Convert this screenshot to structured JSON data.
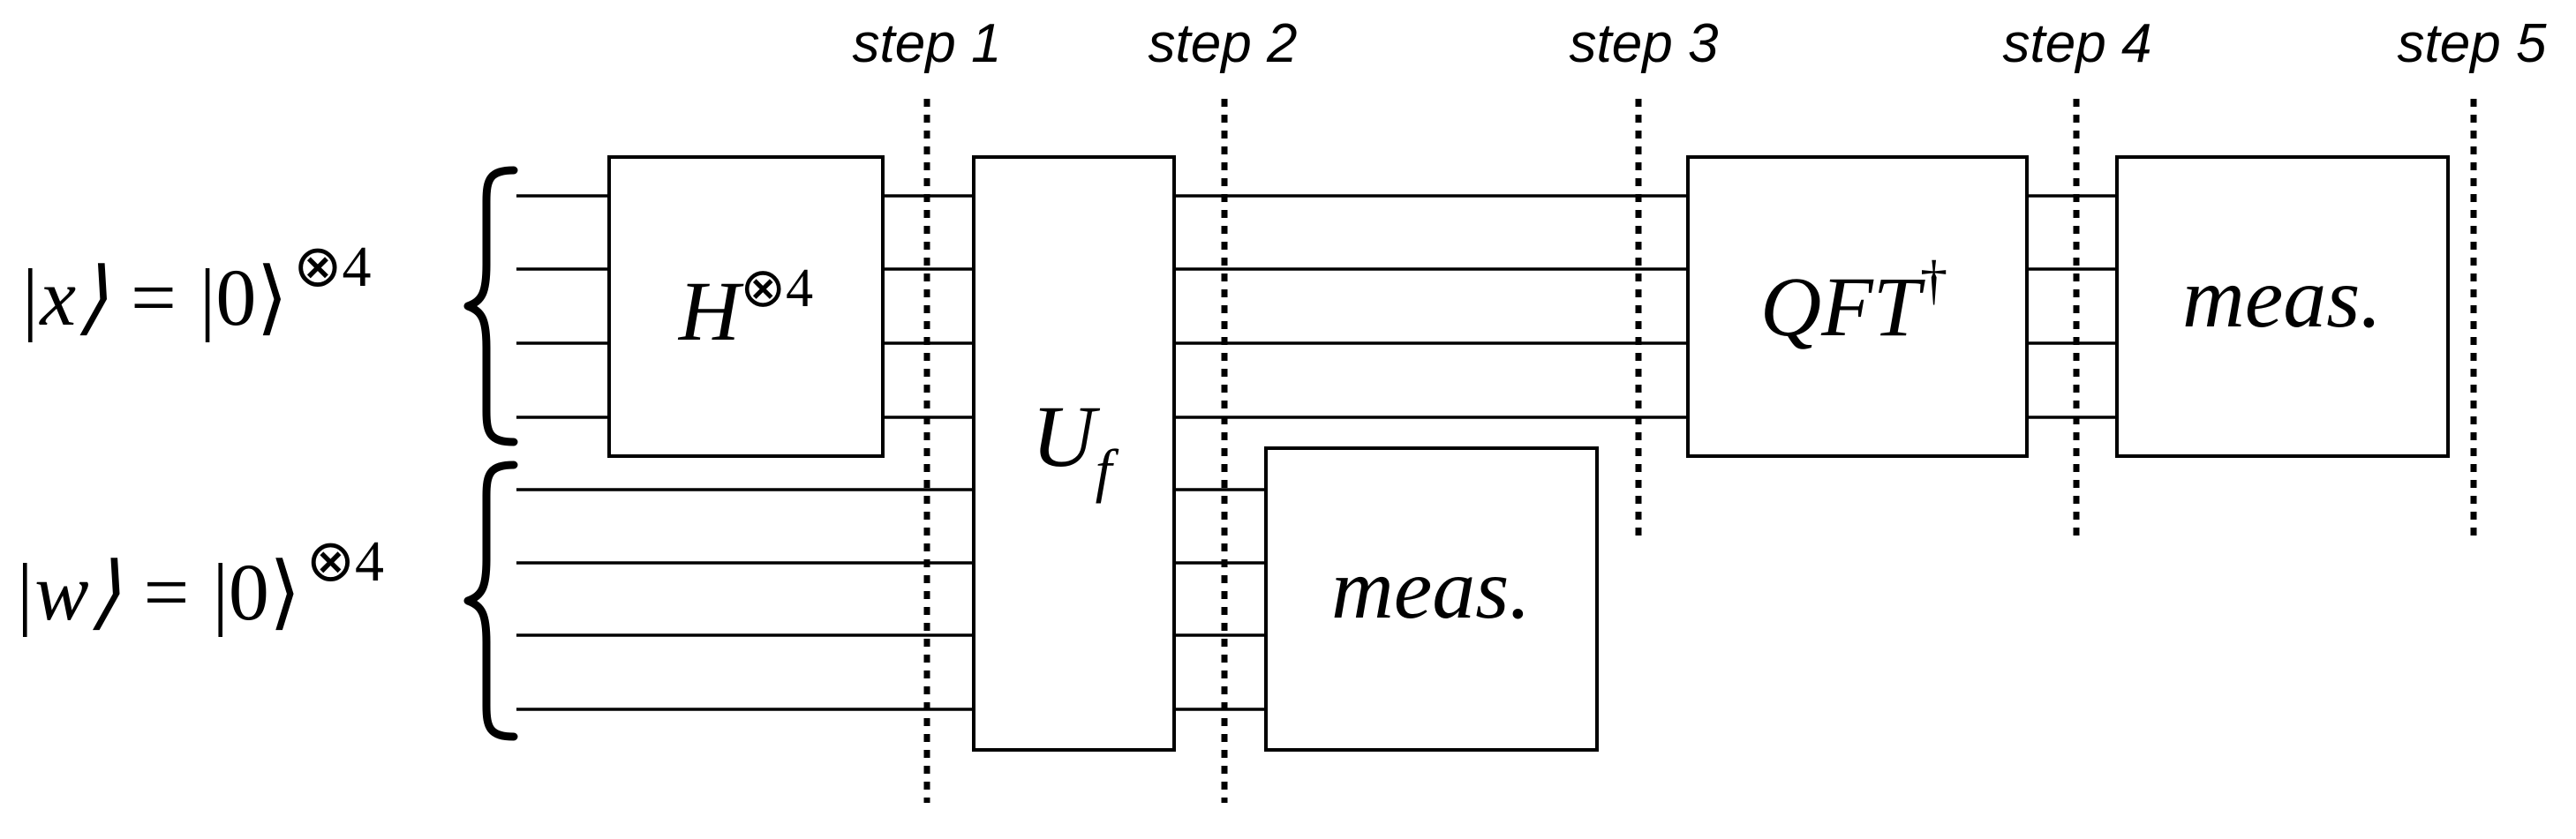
{
  "steps": [
    "step 1",
    "step 2",
    "step 3",
    "step 4",
    "step 5"
  ],
  "registers": {
    "x": {
      "ket": "|x⟩",
      "equals": "=",
      "state": "|0⟩",
      "power": "⊗4"
    },
    "w": {
      "ket": "|w⟩",
      "equals": "=",
      "state": "|0⟩",
      "power": "⊗4"
    }
  },
  "gates": {
    "hadamard": {
      "base": "H",
      "power": "⊗4"
    },
    "oracle": {
      "base": "U",
      "sub": "f"
    },
    "qft": {
      "base": "QFT",
      "power": "†"
    },
    "measure_w": {
      "label": "meas."
    },
    "measure_x": {
      "label": "meas."
    }
  }
}
